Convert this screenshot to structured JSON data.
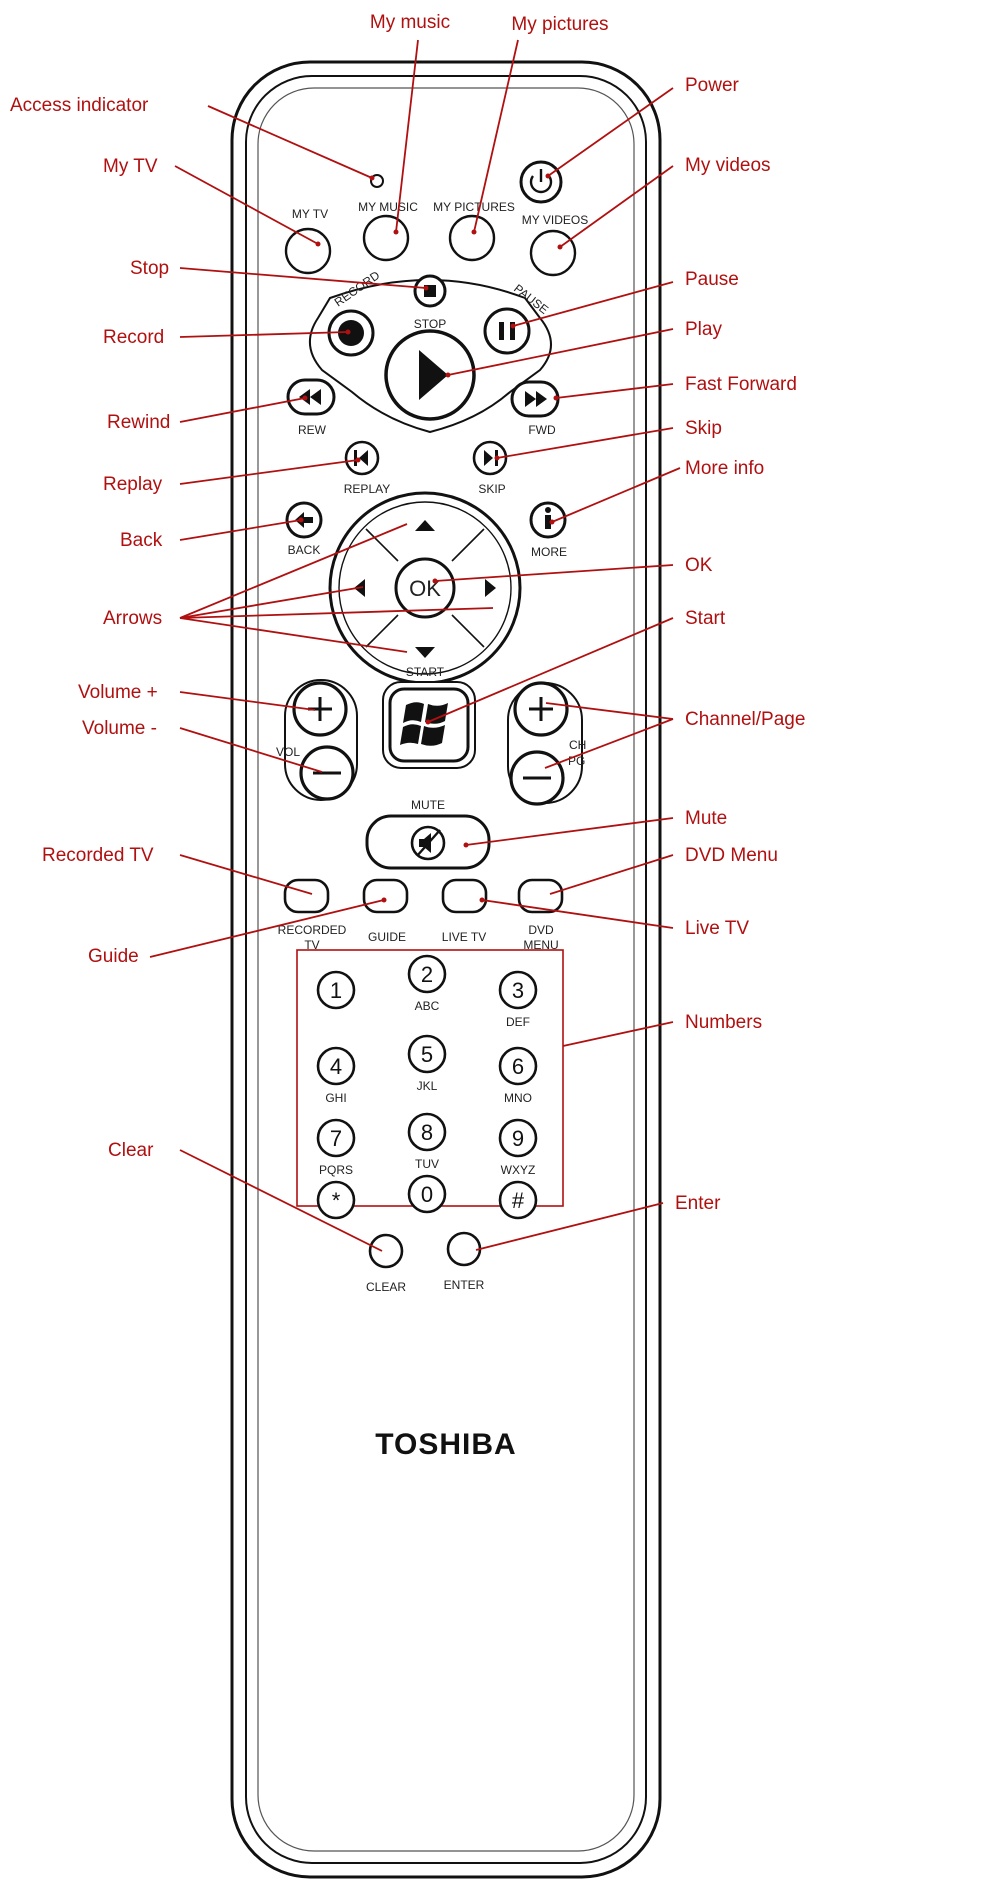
{
  "brand": "TOSHIBA",
  "colors": {
    "callout": "#b01010",
    "outline": "#111111",
    "body": "#ffffff"
  },
  "buttons": {
    "my_tv": "MY TV",
    "my_music": "MY MUSIC",
    "my_pictures": "MY PICTURES",
    "my_videos": "MY VIDEOS",
    "record": "RECORD",
    "stop": "STOP",
    "pause": "PAUSE",
    "rew": "REW",
    "fwd": "FWD",
    "replay": "REPLAY",
    "skip": "SKIP",
    "back": "BACK",
    "more": "MORE",
    "ok": "OK",
    "start": "START",
    "vol": "VOL",
    "ch": "CH",
    "pg": "PG",
    "mute": "MUTE",
    "recorded_tv_1": "RECORDED",
    "recorded_tv_2": "TV",
    "guide": "GUIDE",
    "live_tv": "LIVE TV",
    "dvd_menu_1": "DVD",
    "dvd_menu_2": "MENU",
    "clear": "CLEAR",
    "enter": "ENTER"
  },
  "keypad": [
    {
      "digit": "1",
      "letters": ""
    },
    {
      "digit": "2",
      "letters": "ABC"
    },
    {
      "digit": "3",
      "letters": "DEF"
    },
    {
      "digit": "4",
      "letters": "GHI"
    },
    {
      "digit": "5",
      "letters": "JKL"
    },
    {
      "digit": "6",
      "letters": "MNO"
    },
    {
      "digit": "7",
      "letters": "PQRS"
    },
    {
      "digit": "8",
      "letters": "TUV"
    },
    {
      "digit": "9",
      "letters": "WXYZ"
    },
    {
      "digit": "*",
      "letters": ""
    },
    {
      "digit": "0",
      "letters": ""
    },
    {
      "digit": "#",
      "letters": ""
    }
  ],
  "callouts": {
    "my_music": "My music",
    "my_pictures": "My pictures",
    "access_indicator": "Access indicator",
    "power": "Power",
    "my_tv": "My TV",
    "my_videos": "My videos",
    "stop": "Stop",
    "pause": "Pause",
    "record": "Record",
    "play": "Play",
    "fast_forward": "Fast Forward",
    "rewind": "Rewind",
    "skip": "Skip",
    "replay": "Replay",
    "more_info": "More info",
    "back": "Back",
    "ok": "OK",
    "arrows": "Arrows",
    "start": "Start",
    "volume_plus": "Volume +",
    "volume_minus": "Volume -",
    "channel_page": "Channel/Page",
    "mute": "Mute",
    "recorded_tv": "Recorded TV",
    "dvd_menu": "DVD Menu",
    "guide": "Guide",
    "live_tv": "Live TV",
    "numbers": "Numbers",
    "clear": "Clear",
    "enter": "Enter"
  }
}
